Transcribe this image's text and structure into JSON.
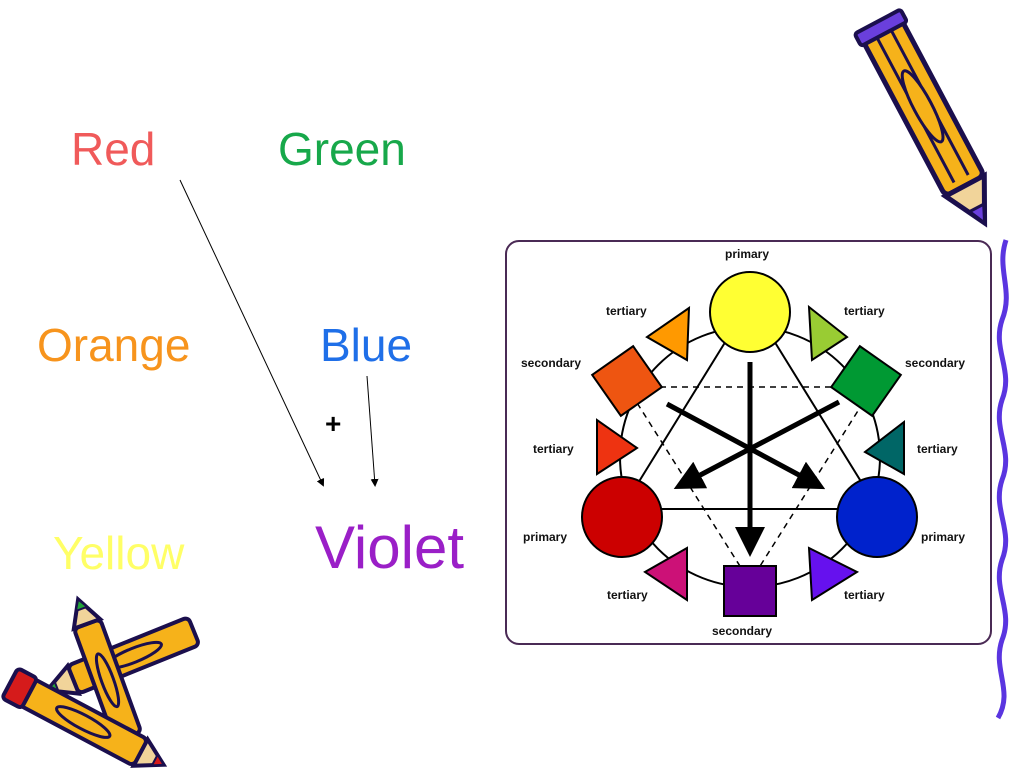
{
  "words": {
    "red": "Red",
    "green": "Green",
    "orange": "Orange",
    "blue": "Blue",
    "yellow": "Yellow",
    "violet": "Violet",
    "plus": "+"
  },
  "colors": {
    "red": "#f05a5a",
    "green": "#17a84a",
    "orange": "#f7941d",
    "blue": "#1f6fe8",
    "yellow": "#ffff66",
    "violet": "#9a1fc7"
  },
  "wheel": {
    "labels": {
      "primary_top": "primary",
      "tertiary_top_left": "tertiary",
      "tertiary_top_right": "tertiary",
      "secondary_left": "secondary",
      "secondary_right": "secondary",
      "tertiary_mid_left": "tertiary",
      "tertiary_mid_right": "tertiary",
      "primary_left": "primary",
      "primary_right": "primary",
      "tertiary_bottom_left": "tertiary",
      "tertiary_bottom_right": "tertiary",
      "secondary_bottom": "secondary"
    },
    "swatches": {
      "yellow": "#ffff33",
      "yellow_green": "#99cc33",
      "green": "#009933",
      "blue_green": "#006666",
      "blue": "#0022cc",
      "blue_violet": "#6611ee",
      "violet": "#660099",
      "red_violet": "#cc1177",
      "red": "#cc0000",
      "red_orange": "#ee3311",
      "orange": "#ee5511",
      "yellow_orange": "#ff9900"
    }
  },
  "decorations": {
    "top_right_pencil": "pencil-icon",
    "bottom_left_pencils": "crossed-pencils-icon",
    "right_edge_scribble": "scribble-line"
  }
}
